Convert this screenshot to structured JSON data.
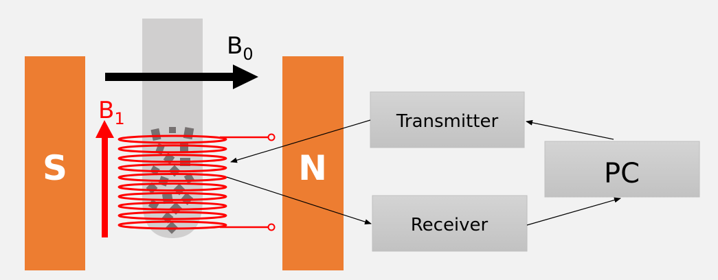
{
  "magnets": {
    "south": {
      "label": "S"
    },
    "north": {
      "label": "N"
    },
    "color": "#ed7d31"
  },
  "fields": {
    "b0": {
      "symbol": "B",
      "subscript": "0",
      "color": "#000000"
    },
    "b1": {
      "symbol": "B",
      "subscript": "1",
      "color": "#ff0000"
    }
  },
  "coil": {
    "turns": 10,
    "color": "#ff0000"
  },
  "sample": {
    "tube_color": "#d0cfcf",
    "particle_color": "#767171"
  },
  "blocks": {
    "transmitter": {
      "label": "Transmitter"
    },
    "receiver": {
      "label": "Receiver"
    },
    "pc": {
      "label": "PC"
    }
  },
  "connections": [
    {
      "from": "pc",
      "to": "transmitter"
    },
    {
      "from": "transmitter",
      "to": "coil"
    },
    {
      "from": "coil",
      "to": "receiver"
    },
    {
      "from": "receiver",
      "to": "pc"
    }
  ],
  "colors": {
    "background": "#f2f2f2",
    "block_fill_top": "#d4d4d4",
    "block_fill_bottom": "#c2c2c2",
    "block_border": "#bfbfbf"
  }
}
